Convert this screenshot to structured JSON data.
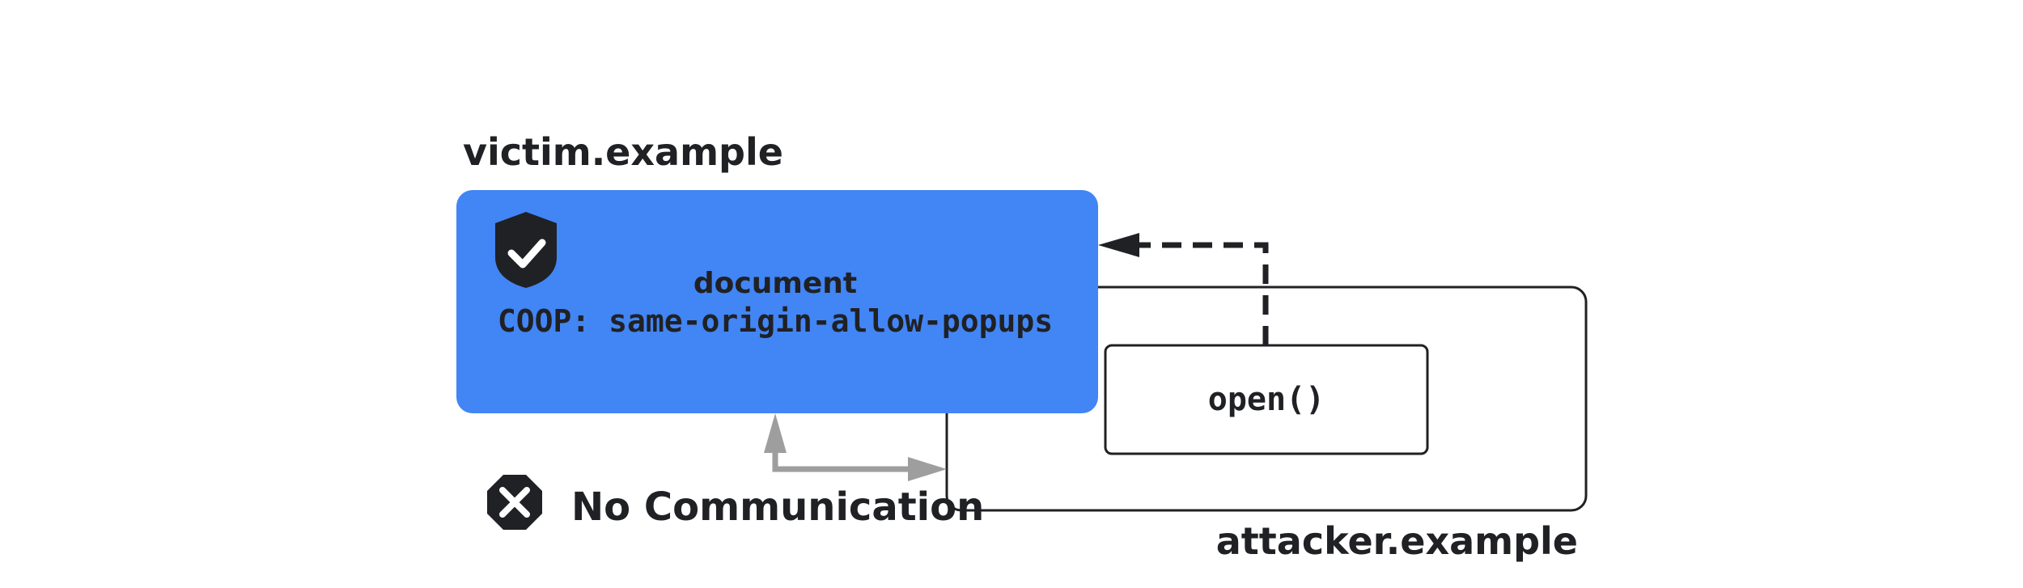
{
  "victim": {
    "origin_label": "victim.example",
    "doc_title": "document",
    "coop_header": "COOP: same-origin-allow-popups",
    "box_color": "#4285F4",
    "icon": "shield-check-icon"
  },
  "attacker": {
    "origin_label": "attacker.example",
    "call_label": "open()"
  },
  "status": {
    "text": "No Communication",
    "icon": "blocked-x-icon"
  },
  "colors": {
    "dark": "#202124",
    "arrow_gray": "#9E9E9E"
  }
}
